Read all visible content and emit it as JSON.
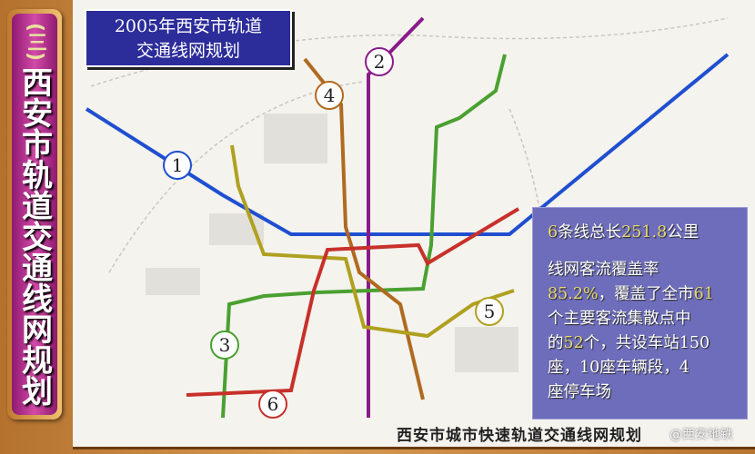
{
  "sidebar": {
    "section_number": "(三)",
    "title": "西安市轨道交通线网规划"
  },
  "title_box": {
    "line1": "2005年西安市轨道",
    "line2": "交通线网规划"
  },
  "info_box": {
    "p1_prefix": "6",
    "p1_text": "条线总长",
    "p1_value": "251.8",
    "p1_suffix": "公里",
    "p2_line1": "线网客流覆盖率",
    "p2_rate": "85.2%",
    "p2_text1": "，覆盖了全市",
    "p2_total": "61",
    "p2_line3": "个主要客流集散点中",
    "p2_text2": "的",
    "p2_covered": "52",
    "p2_text3": "个，共设车站150",
    "p2_line5": "座，10座车辆段，4",
    "p2_line6": "座停车场"
  },
  "map": {
    "caption": "西安市城市快速轨道交通线网规划",
    "watermark": "@西安地铁",
    "lines": [
      {
        "label": "1",
        "color": "#1f4fd0"
      },
      {
        "label": "2",
        "color": "#8a1a8a"
      },
      {
        "label": "3",
        "color": "#4aa030"
      },
      {
        "label": "4",
        "color": "#b06a20"
      },
      {
        "label": "5",
        "color": "#b0a020"
      },
      {
        "label": "6",
        "color": "#c8302a"
      }
    ]
  }
}
